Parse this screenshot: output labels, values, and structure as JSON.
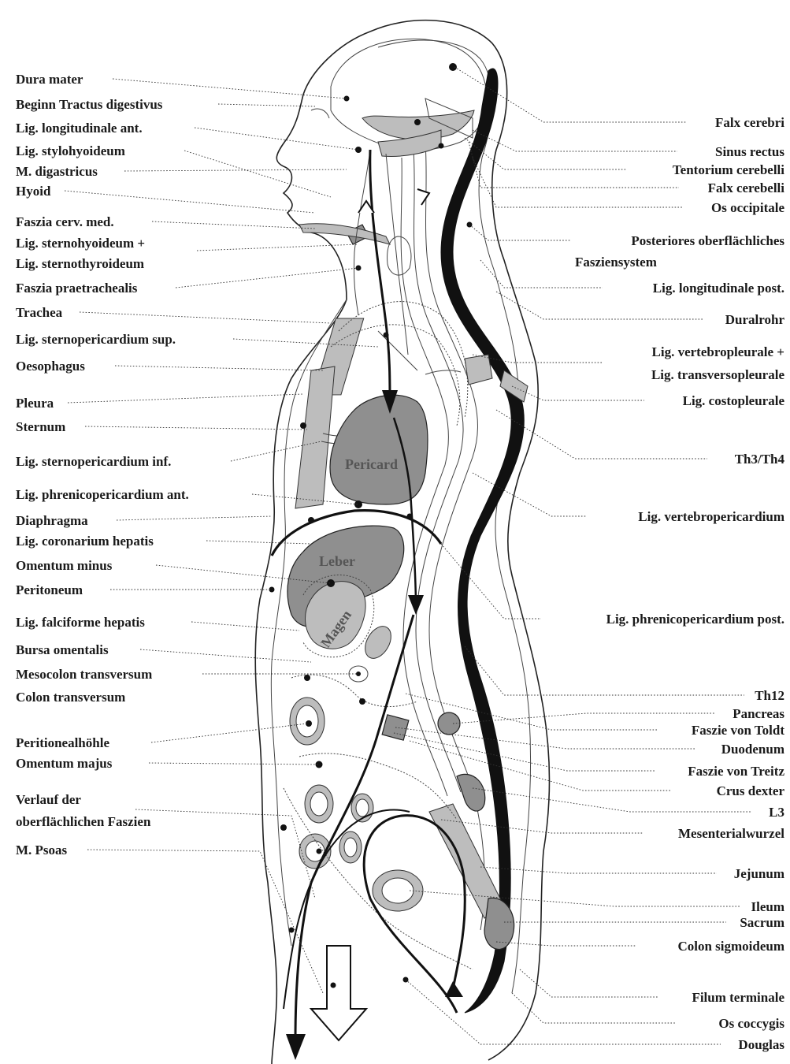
{
  "organs": {
    "pericard": "Pericard",
    "leber": "Leber",
    "magen": "Magen"
  },
  "labels_left": [
    "Dura mater",
    "Beginn Tractus digestivus",
    "Lig. longitudinale ant.",
    "Lig. stylohyoideum",
    "M. digastricus",
    "Hyoid",
    "Faszia cerv. med.",
    "Lig. sternohyoideum +",
    "Lig. sternothyroideum",
    "Faszia praetrachealis",
    "Trachea",
    "Lig. sternopericardium sup.",
    "Oesophagus",
    "Pleura",
    "Sternum",
    "Lig. sternopericardium inf.",
    "Lig. phrenicopericardium ant.",
    "Diaphragma",
    "Lig. coronarium hepatis",
    "Omentum minus",
    "Peritoneum",
    "Lig. falciforme hepatis",
    "Bursa omentalis",
    "Mesocolon transversum",
    "Colon transversum",
    "Peritionealhöhle",
    "Omentum majus",
    "Verlauf der",
    "oberflächlichen Faszien",
    "M. Psoas"
  ],
  "labels_right": [
    "Falx cerebri",
    "Sinus rectus",
    "Tentorium cerebelli",
    "Falx cerebelli",
    "Os occipitale",
    "Posteriores oberflächliches",
    "Fasziensystem",
    "Lig. longitudinale post.",
    "Duralrohr",
    "Lig. vertebropleurale +",
    "Lig. transversopleurale",
    "Lig. costopleurale",
    "Th3/Th4",
    "Lig. vertebropericardium",
    "Lig. phrenicopericardium post.",
    "Th12",
    "Pancreas",
    "Faszie von Toldt",
    "Duodenum",
    "Faszie von Treitz",
    "Crus dexter",
    "L3",
    "Mesenterialwurzel",
    "Jejunum",
    "Ileum",
    "Sacrum",
    "Colon sigmoideum",
    "Filum terminale",
    "Os coccygis",
    "Douglas"
  ]
}
